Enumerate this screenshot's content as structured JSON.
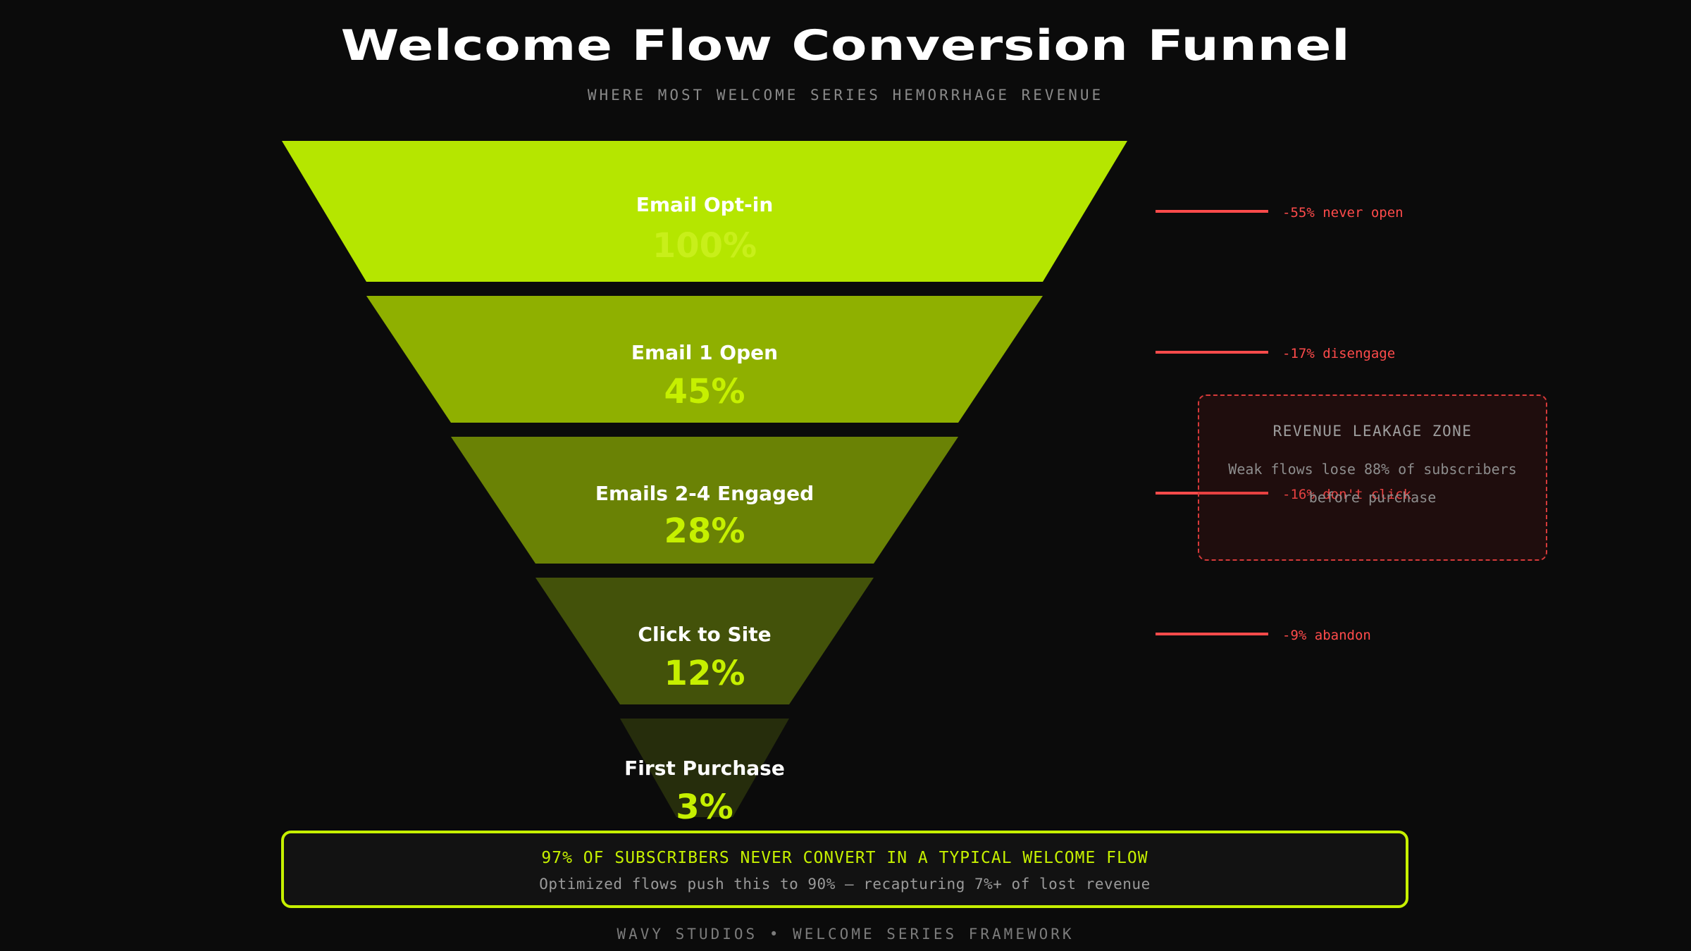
{
  "title": "Welcome Flow Conversion Funnel",
  "subtitle": "WHERE MOST WELCOME SERIES HEMORRHAGE REVENUE",
  "colors": {
    "background": "#0b0b0b",
    "accent": "#c6f000",
    "drop": "#ff4b4b"
  },
  "stages": [
    {
      "label": "Email Opt-in",
      "pct": "100%",
      "value": 100,
      "fill": "#b5e600",
      "pct_color": "#c8ef1a"
    },
    {
      "label": "Email 1 Open",
      "pct": "45%",
      "value": 45,
      "fill": "#8fb000",
      "pct_color": "#c6f000"
    },
    {
      "label": "Emails 2-4 Engaged",
      "pct": "28%",
      "value": 28,
      "fill": "#6a8205",
      "pct_color": "#c6f000"
    },
    {
      "label": "Click to Site",
      "pct": "12%",
      "value": 12,
      "fill": "#43520a",
      "pct_color": "#c6f000"
    },
    {
      "label": "First Purchase",
      "pct": "3%",
      "value": 3,
      "fill": "#262d0c",
      "pct_color": "#c6f000"
    }
  ],
  "drops": [
    {
      "text": "-55% never open"
    },
    {
      "text": "-17% disengage"
    },
    {
      "text": "-16% don't click"
    },
    {
      "text": "-9% abandon"
    }
  ],
  "leakage": {
    "title": "REVENUE LEAKAGE ZONE",
    "body": "Weak flows lose 88% of subscribers before purchase"
  },
  "callout": {
    "headline": "97% OF SUBSCRIBERS NEVER CONVERT IN A TYPICAL WELCOME FLOW",
    "subline": "Optimized flows push this to 90% — recapturing 7%+ of lost revenue"
  },
  "footer": "WAVY STUDIOS • WELCOME SERIES FRAMEWORK"
}
